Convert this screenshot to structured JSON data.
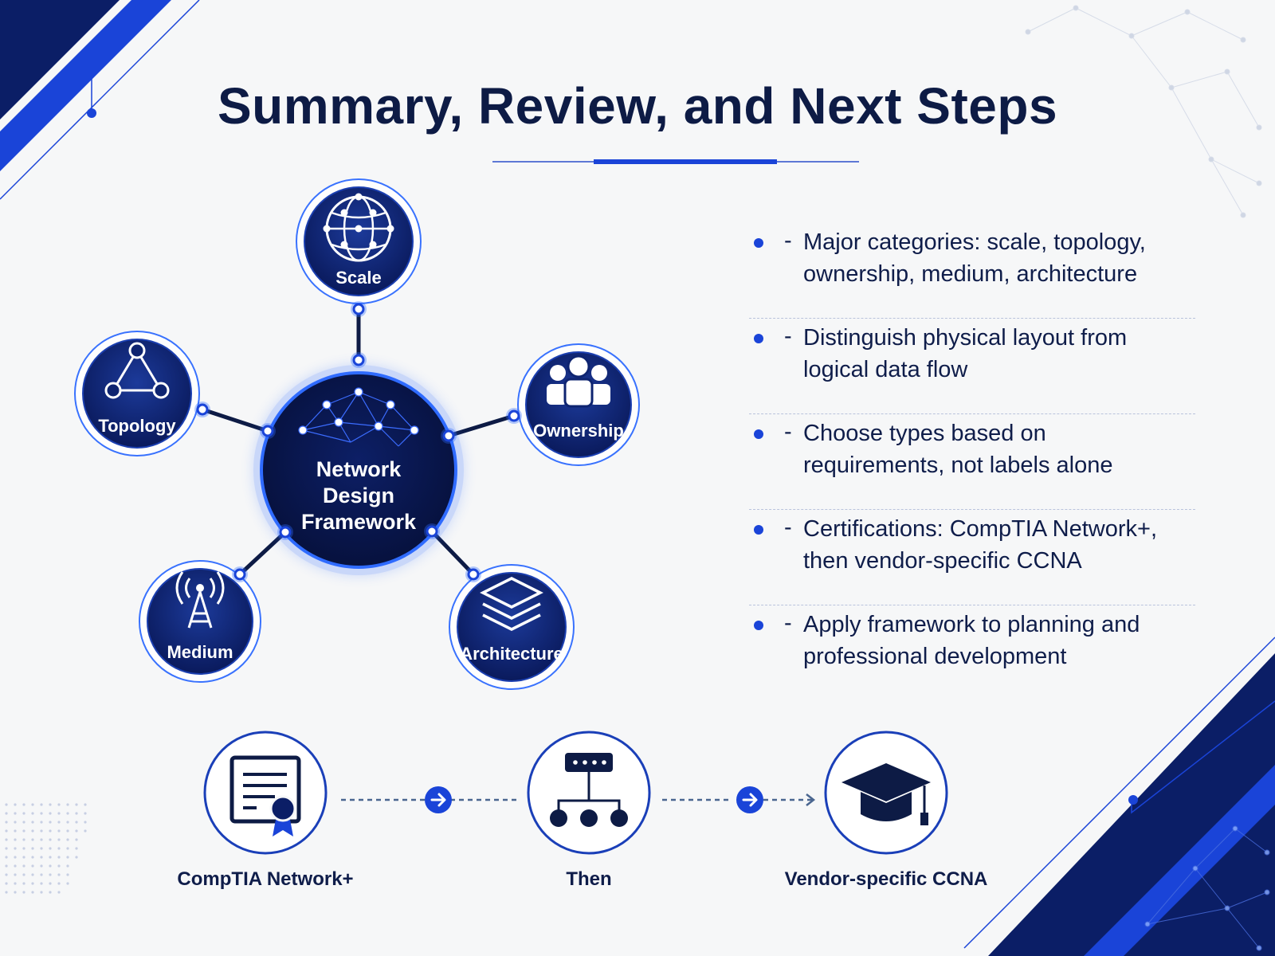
{
  "title": "Summary, Review, and Next Steps",
  "diagram": {
    "center": "Network\nDesign\nFramework",
    "nodes": [
      {
        "id": "scale",
        "label": "Scale",
        "icon": "globe-network-icon"
      },
      {
        "id": "topology",
        "label": "Topology",
        "icon": "triangle-nodes-icon"
      },
      {
        "id": "ownership",
        "label": "Ownership",
        "icon": "people-group-icon"
      },
      {
        "id": "medium",
        "label": "Medium",
        "icon": "radio-tower-icon"
      },
      {
        "id": "architecture",
        "label": "Architecture",
        "icon": "layers-icon"
      }
    ]
  },
  "bullets": [
    {
      "dash": "-",
      "line1": "Major categories: scale, topology,",
      "line2": "ownership, medium, architecture"
    },
    {
      "dash": "-",
      "line1": "Distinguish physical layout from",
      "line2": "logical data flow"
    },
    {
      "dash": "-",
      "line1": "Choose types based on",
      "line2": "requirements, not labels alone"
    },
    {
      "dash": "-",
      "line1": "Certifications: CompTIA Network+,",
      "line2": "then vendor-specific CCNA"
    },
    {
      "dash": "-",
      "line1": "Apply framework to planning and",
      "line2": "professional development"
    }
  ],
  "path": {
    "steps": [
      {
        "label": "CompTIA Network+",
        "icon": "certificate-icon"
      },
      {
        "label": "Then",
        "icon": "hierarchy-icon"
      },
      {
        "label": "Vendor-specific CCNA",
        "icon": "graduation-cap-icon"
      }
    ]
  },
  "colors": {
    "navy": "#0d1b45",
    "accent": "#1a44d8",
    "node_fill": "#0e2470",
    "glow": "#2f6bff",
    "background": "#f6f7f8"
  }
}
